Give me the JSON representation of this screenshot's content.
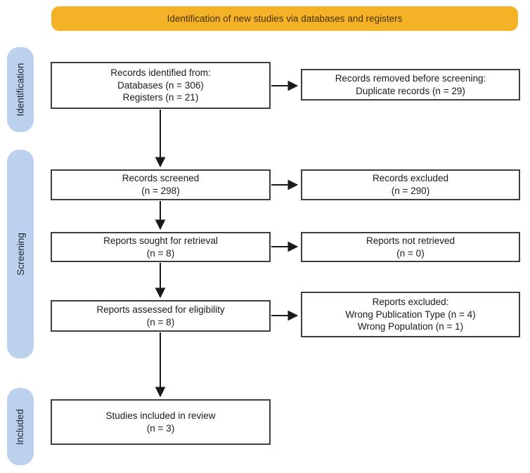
{
  "banner": {
    "label": "Identification of new studies via databases and registers"
  },
  "sidebar": {
    "identification_label": "Identification",
    "screening_label": "Screening",
    "included_label": "Included"
  },
  "boxes": {
    "records_identified": {
      "lines": [
        "Records identified from:",
        "Databases (n = 306)",
        "Registers (n = 21)"
      ]
    },
    "records_removed": {
      "lines": [
        "Records removed before screening:",
        "Duplicate records (n = 29)"
      ]
    },
    "records_screened": {
      "lines": [
        "Records screened",
        "(n = 298)"
      ]
    },
    "records_excluded": {
      "lines": [
        "Records excluded",
        "(n = 290)"
      ]
    },
    "reports_sought": {
      "lines": [
        "Reports sought for retrieval",
        "(n = 8)"
      ]
    },
    "reports_not_retrieved": {
      "lines": [
        "Reports not retrieved",
        "(n = 0)"
      ]
    },
    "reports_assessed": {
      "lines": [
        "Reports assessed for eligibility",
        "(n = 8)"
      ]
    },
    "reports_excluded": {
      "lines": [
        "Reports excluded:",
        "Wrong Publication Type (n = 4)",
        "Wrong Population (n = 1)"
      ]
    },
    "studies_included": {
      "lines": [
        "Studies included in review",
        "(n = 3)"
      ]
    }
  },
  "colors": {
    "banner-bg": "#F5B226",
    "banner-text": "#453307",
    "pill-bg": "#BCD1EE",
    "box-border": "#3F3F3F",
    "arrow": "#1A1A1A"
  }
}
